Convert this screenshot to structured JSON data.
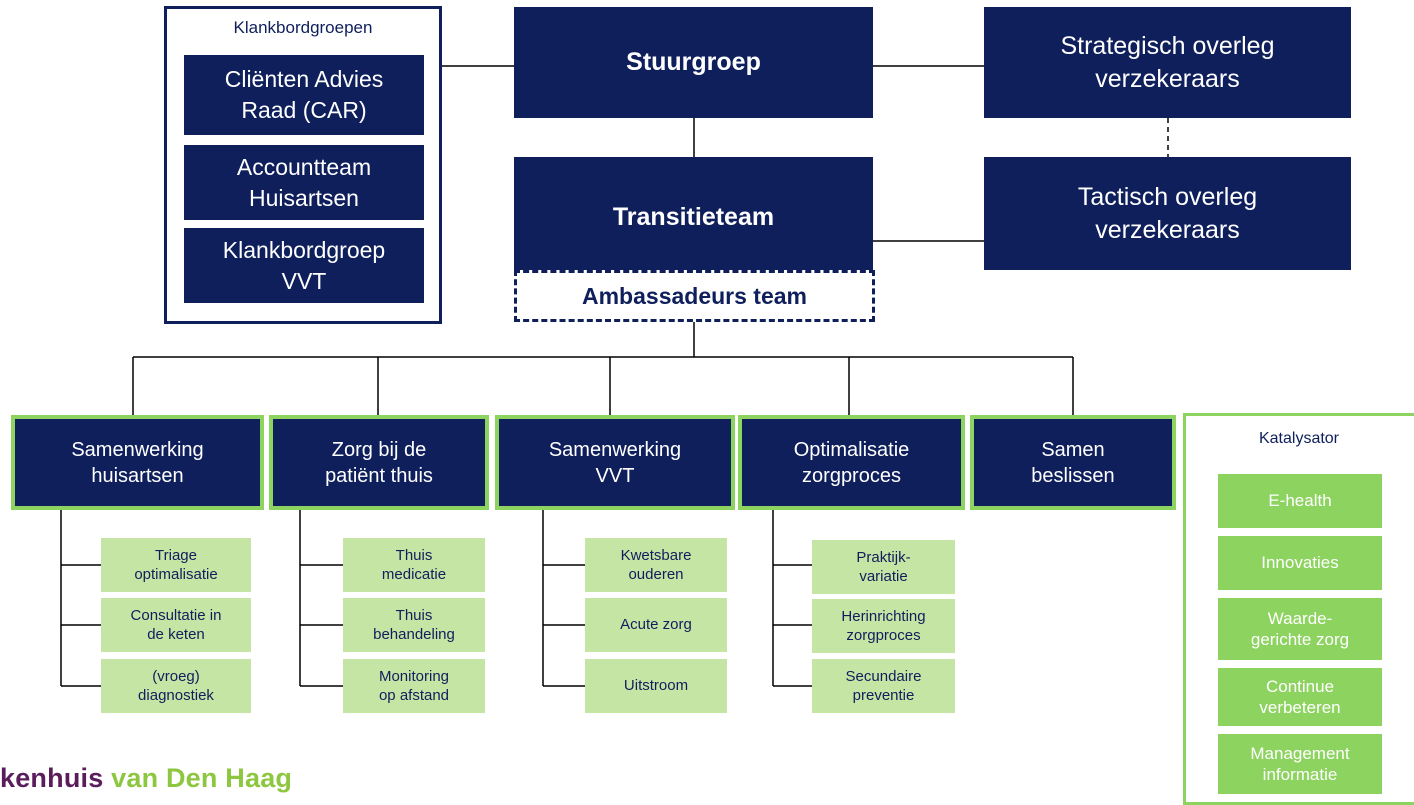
{
  "klankbord": {
    "title": "Klankbordgroepen",
    "items": [
      {
        "line1": "Cliënten Advies",
        "line2": "Raad (CAR)"
      },
      {
        "line1": "Accountteam",
        "line2": "Huisartsen"
      },
      {
        "line1": "Klankbordgroep",
        "line2": "VVT"
      }
    ]
  },
  "stuurgroep": "Stuurgroep",
  "transitieteam": "Transitieteam",
  "ambassadeurs": "Ambassadeurs team",
  "strategisch": {
    "line1": "Strategisch overleg",
    "line2": "verzekeraars"
  },
  "tactisch": {
    "line1": "Tactisch overleg",
    "line2": "verzekeraars"
  },
  "workstreams": [
    {
      "line1": "Samenwerking",
      "line2": "huisartsen",
      "subs": [
        {
          "line1": "Triage",
          "line2": "optimalisatie"
        },
        {
          "line1": "Consultatie in",
          "line2": "de keten"
        },
        {
          "line1": "(vroeg)",
          "line2": "diagnostiek"
        }
      ]
    },
    {
      "line1": "Zorg bij de",
      "line2": "patiënt thuis",
      "subs": [
        {
          "line1": "Thuis",
          "line2": "medicatie"
        },
        {
          "line1": "Thuis",
          "line2": "behandeling"
        },
        {
          "line1": "Monitoring",
          "line2": "op afstand"
        }
      ]
    },
    {
      "line1": "Samenwerking",
      "line2": "VVT",
      "subs": [
        {
          "line1": "Kwetsbare",
          "line2": "ouderen"
        },
        {
          "line1": "Acute zorg",
          "line2": ""
        },
        {
          "line1": "Uitstroom",
          "line2": ""
        }
      ]
    },
    {
      "line1": "Optimalisatie",
      "line2": "zorgproces",
      "subs": [
        {
          "line1": "Praktijk-",
          "line2": "variatie"
        },
        {
          "line1": "Herinrichting",
          "line2": "zorgproces"
        },
        {
          "line1": "Secundaire",
          "line2": "preventie"
        }
      ]
    },
    {
      "line1": "Samen",
      "line2": "beslissen",
      "subs": []
    }
  ],
  "katalysator": {
    "title": "Katalysator",
    "items": [
      {
        "line1": "E-health",
        "line2": ""
      },
      {
        "line1": "Innovaties",
        "line2": ""
      },
      {
        "line1": "Waarde-",
        "line2": "gerichte zorg"
      },
      {
        "line1": "Continue",
        "line2": "verbeteren"
      },
      {
        "line1": "Management",
        "line2": "informatie"
      }
    ]
  },
  "logo": {
    "part1": "kenhuis",
    "part2": "van Den Haag"
  },
  "colors": {
    "navy": "#0f1f5c",
    "green": "#8dd35f",
    "light_green": "#c5e5a5",
    "logo_purple": "#5a1d5c",
    "logo_green": "#8dc63f"
  }
}
